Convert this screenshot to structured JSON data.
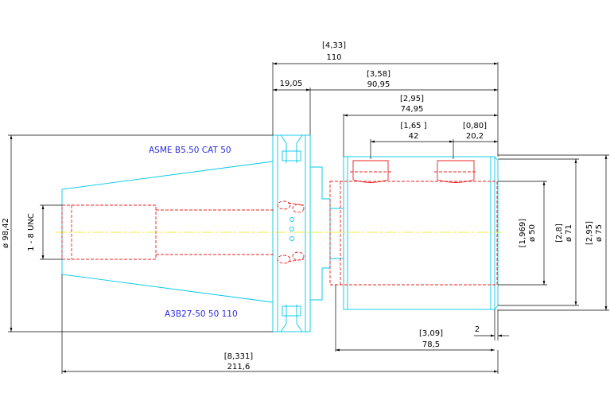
{
  "labels": {
    "spec": "ASME B5.50 CAT 50",
    "part_no": "A3B27-50 50 110",
    "thread": "1 - 8 UNC"
  },
  "dims": {
    "overall_top_in": "[4,33]",
    "overall_top_mm": "110",
    "flange": "19,05",
    "body_in": "[3,58]",
    "body_mm": "90,95",
    "holder_in": "[2,95]",
    "holder_mm": "74,95",
    "groove_in": "[1,65 ]",
    "groove_mm": "42",
    "groove2_in": "[0,80]",
    "groove2_mm": "20,2",
    "diam_total": "ø 98,42",
    "bore_in": "[1,969]",
    "bore_mm": "ø 50",
    "d71_in": "[2,8]",
    "d71_mm": "ø 71",
    "d75_in": "[2,95]",
    "d75_mm": "ø 75",
    "depth_in": "[3,09]",
    "depth_mm": "78,5",
    "small": "2",
    "length_in": "[8,331]",
    "length_mm": "211,6"
  },
  "colors": {
    "body": "#00c8e8",
    "hidden": "#e82020",
    "center": "#e8e800",
    "text": "#2a2ae0"
  }
}
